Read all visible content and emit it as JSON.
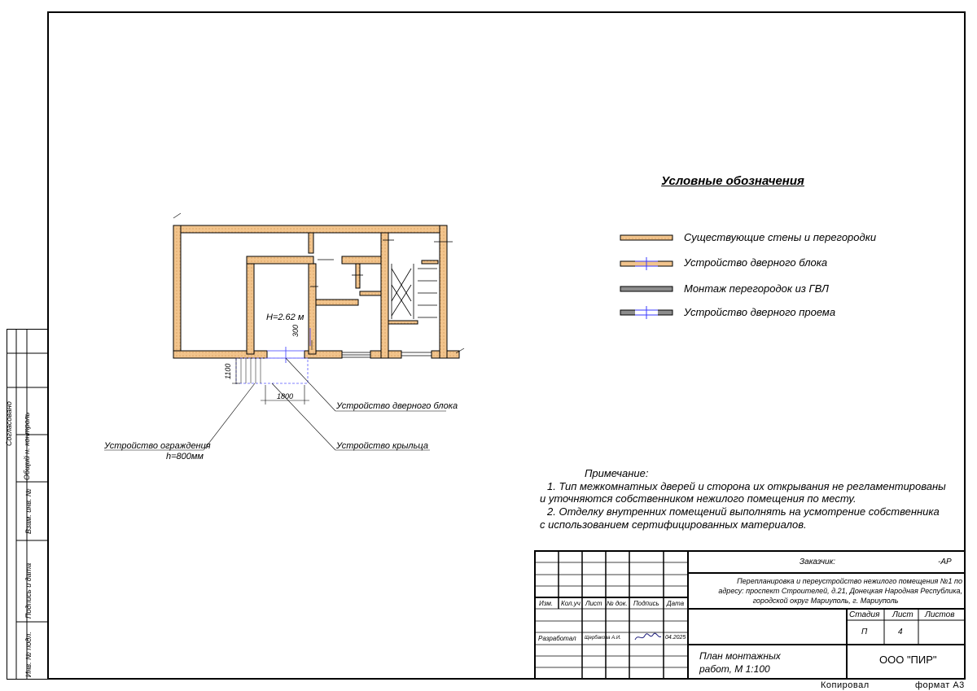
{
  "legend": {
    "title": "Условные обозначения",
    "items": [
      "Существующие стены и перегородки",
      "Устройство дверного блока",
      "Монтаж перегородок из ГВЛ",
      "Устройство дверного проема"
    ]
  },
  "plan": {
    "height_label": "H=2.62 м",
    "dim_300": "300",
    "dim_1100": "1100",
    "dim_1800": "1800",
    "callout_door_block": "Устройство дверного блока",
    "callout_porch": "Устройство крыльца",
    "callout_fence_line1": "Устройство ограждения",
    "callout_fence_line2": "h=800мм"
  },
  "notes": {
    "heading": "Примечание:",
    "line1": "1.     Тип межкомнатных дверей и сторона их открывания не регламентированы",
    "line2": "и уточняются собственником нежилого помещения по месту.",
    "line3": "2.     Отделку внутренних помещений выполнять на усмотрение собственника",
    "line4": "с использованием сертифицированных материалов."
  },
  "title_block": {
    "customer_label": "Заказчик:",
    "code": "-АР",
    "project_line1": "Перепланировка и переустройство нежилого помещения №1 по",
    "project_line2": "адресу: проспект Строителей, д.21, Донецкая Народная Республика,",
    "project_line3": "городской округ Мариуполь, г. Мариуполь",
    "col_izm": "Изм.",
    "col_kol": "Кол.уч",
    "col_list": "Лист",
    "col_ndok": "№ док.",
    "col_podpis": "Подпись",
    "col_data": "Дата",
    "stage_label": "Стадия",
    "sheet_label": "Лист",
    "sheets_label": "Листов",
    "stage_value": "П",
    "sheet_value": "4",
    "role": "Разработал",
    "author": "Щербакова А.И.",
    "date": "04.2025",
    "drawing_title_line1": "План монтажных",
    "drawing_title_line2": "работ, М 1:100",
    "company": "ООО \"ПИР\""
  },
  "side_stamp": {
    "agreed": "Согласовано",
    "control": "Общий н. контроль",
    "inv_vzam": "Взам. инв. №",
    "sign_date": "Подпись и дата",
    "inv_orig": "Инв. № подл."
  },
  "footer": {
    "copied": "Копировал",
    "format": "формат А3"
  },
  "colors": {
    "wall_fill": "#f2c48c",
    "wall_stroke": "#000000",
    "gvl_fill": "#8c8c8c",
    "door_mark": "#3a3aff"
  }
}
